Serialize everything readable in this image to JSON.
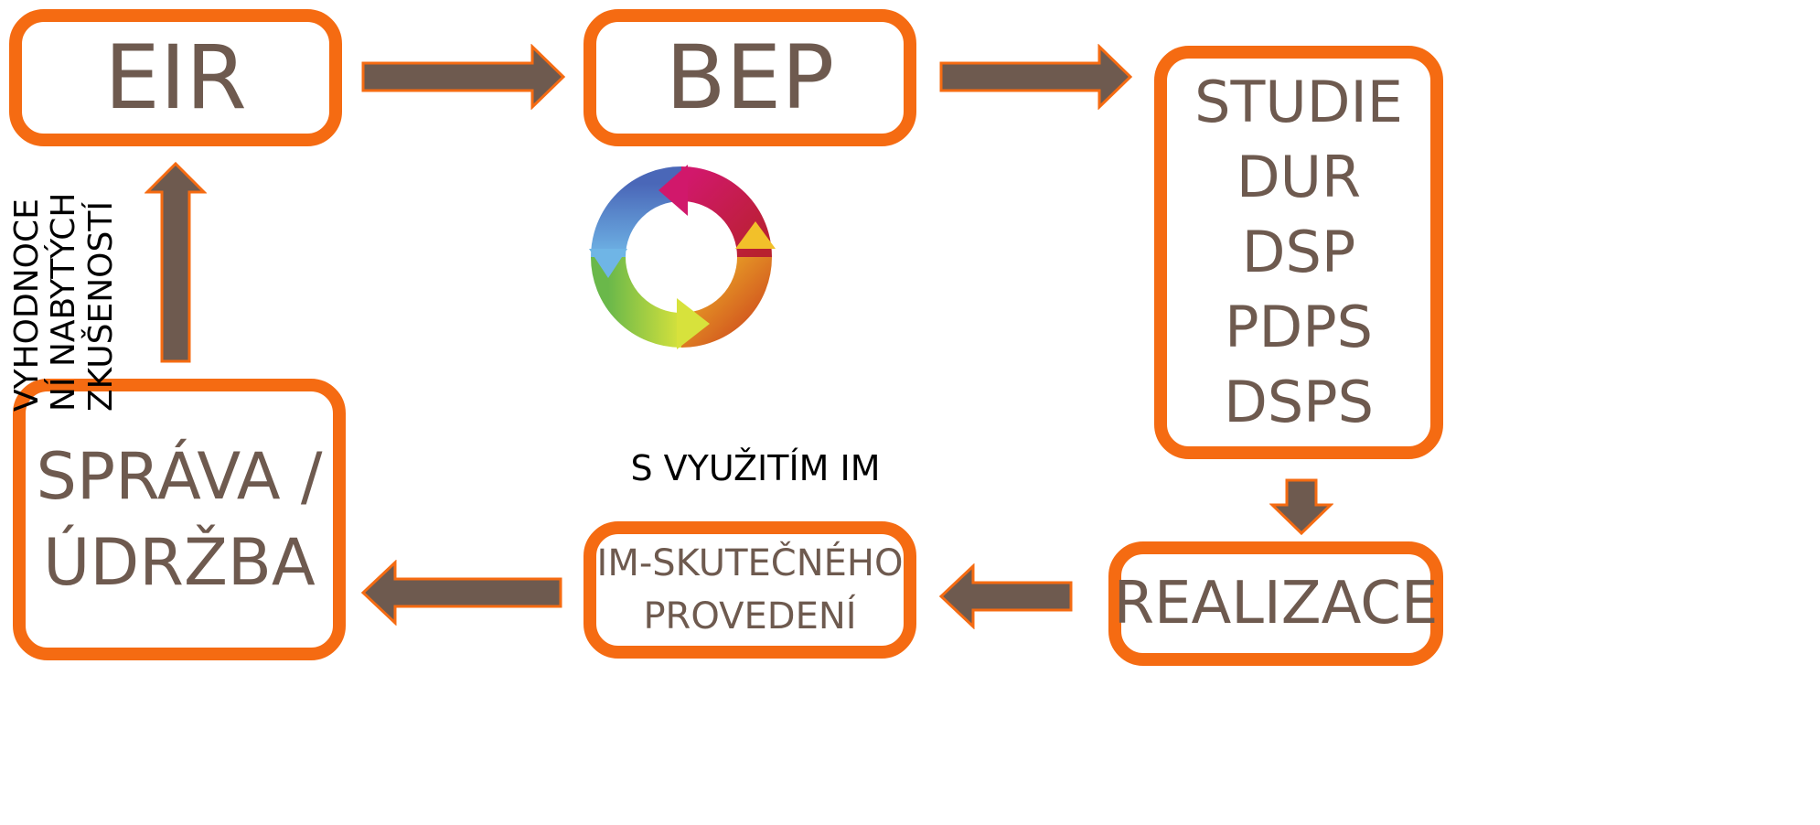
{
  "boxes": {
    "eir": "EIR",
    "bep": "BEP",
    "phases": [
      "STUDIE",
      "DUR",
      "DSP",
      "PDPS",
      "DSPS"
    ],
    "realizace": "REALIZACE",
    "im_skutecneho": [
      "IM-SKUTEČNÉHO",
      "PROVEDENÍ"
    ],
    "sprava": [
      "SPRÁVA /",
      "ÚDRŽBA"
    ]
  },
  "center_label": "S VYUŽITÍM IM",
  "side_label": [
    "VYHODNOCE",
    "NÍ NABYTÝCH",
    "ZKUŠENOSTÍ"
  ],
  "icons": {
    "cycle": "refresh-cycle-icon"
  },
  "colors": {
    "border": "#f56b12",
    "arrow": "#6e5a4f",
    "text": "#6e5a4f"
  }
}
